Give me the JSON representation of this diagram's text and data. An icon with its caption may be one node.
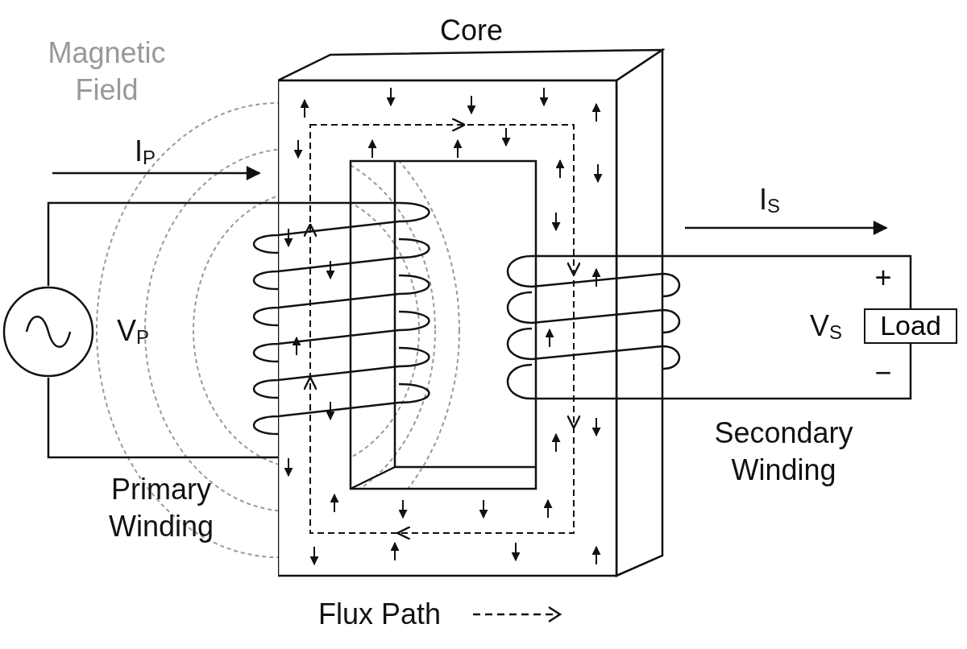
{
  "diagram": {
    "nodes": [
      {
        "text": [
          "Core"
        ]
      },
      {
        "text": [],
        "shape": "circle"
      },
      {
        "text": [
          "Load"
        ]
      }
    ],
    "labels": [
      "Magnetic Field",
      "I$_{P}$",
      "V$_{P}$",
      "I$_{S}$",
      "+",
      "V$_{S}$",
      "−",
      "Secondary Winding",
      "Primary Winding"
    ],
    "legend": [
      {
        "text": "Flux Path"
      }
    ]
  }
}
